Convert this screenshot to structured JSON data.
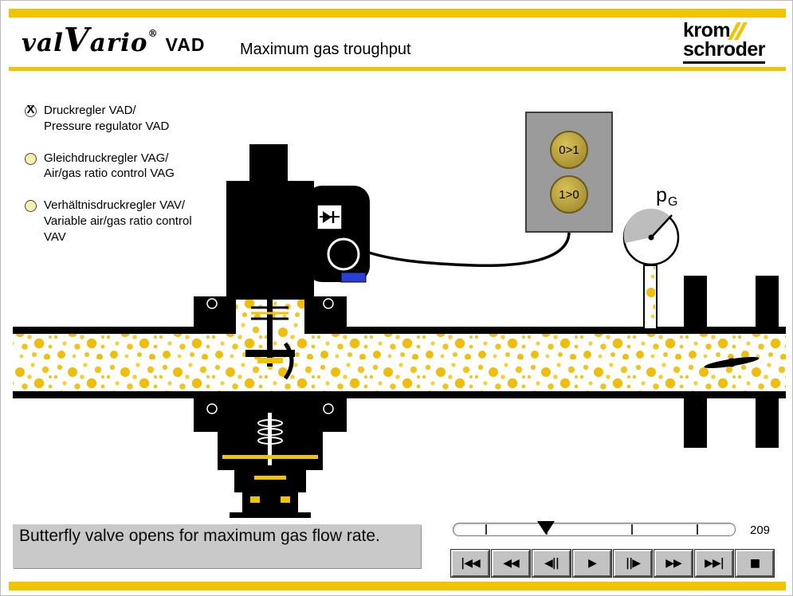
{
  "header": {
    "brand_pre": "val",
    "brand_mid": "V",
    "brand_post": "ario",
    "brand_reg": "®",
    "brand_model": "VAD",
    "title": "Maximum gas troughput",
    "logo_top": "krom",
    "logo_bottom": "schroder"
  },
  "options": [
    {
      "label_de": "Druckregler VAD/",
      "label_en": "Pressure regulator VAD",
      "selected": true,
      "mark": "X"
    },
    {
      "label_de": "Gleichdruckregler VAG/",
      "label_en": "Air/gas ratio control VAG",
      "selected": false
    },
    {
      "label_de": "Verhältnisdruckregler VAV/",
      "label_en": "Variable air/gas ratio control VAV",
      "selected": false
    }
  ],
  "diagram": {
    "switch_buttons": [
      {
        "label": "0>1"
      },
      {
        "label": "1>0"
      }
    ],
    "gauge_label": "p",
    "gauge_label_sub": "G"
  },
  "caption": "Butterfly valve opens for maximum gas flow rate.",
  "player": {
    "frame_number": "209",
    "buttons": [
      {
        "id": "skip-start",
        "glyph": "|◀◀"
      },
      {
        "id": "fast-rewind",
        "glyph": "◀◀"
      },
      {
        "id": "step-back",
        "glyph": "◀||"
      },
      {
        "id": "play",
        "glyph": "▶"
      },
      {
        "id": "step-forward",
        "glyph": "||▶"
      },
      {
        "id": "fast-forward",
        "glyph": "▶▶"
      },
      {
        "id": "skip-end",
        "glyph": "▶▶|"
      },
      {
        "id": "stop",
        "glyph": "■"
      }
    ]
  },
  "colors": {
    "accent_yellow": "#F2C400",
    "gas_dot": "#F0C41E",
    "box_gray": "#9B9B9B",
    "caption_gray": "#C9C9C9",
    "connector_blue": "#2B3FD6"
  }
}
